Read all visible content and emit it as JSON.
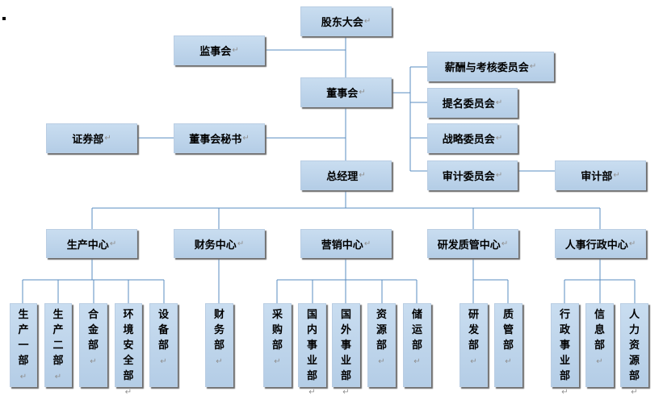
{
  "nodes": {
    "shareholders": "股东大会",
    "supervisors": "监事会",
    "board": "董事会",
    "compensation_committee": "薪酬与考核委员会",
    "nomination_committee": "提名委员会",
    "strategy_committee": "战略委员会",
    "audit_committee": "审计委员会",
    "audit_dept": "审计部",
    "securities_dept": "证券部",
    "board_secretary": "董事会秘书",
    "general_manager": "总经理",
    "production_center": "生产中心",
    "finance_center": "财务中心",
    "marketing_center": "营销中心",
    "rnd_quality_center": "研发质管中心",
    "hr_admin_center": "人事行政中心"
  },
  "departments": {
    "production_1": "生产一部",
    "production_2": "生产二部",
    "alloy": "合金部",
    "env_safety": "环境安全部",
    "equipment": "设备部",
    "finance": "财务部",
    "procurement": "采购部",
    "domestic": "国内事业部",
    "overseas": "国外事业部",
    "resources": "资源部",
    "logistics": "储运部",
    "rnd": "研发部",
    "quality": "质管部",
    "admin_affairs": "行政事业部",
    "information": "信息部",
    "human_resources": "人力资源部"
  },
  "paragraph_mark": "↵"
}
